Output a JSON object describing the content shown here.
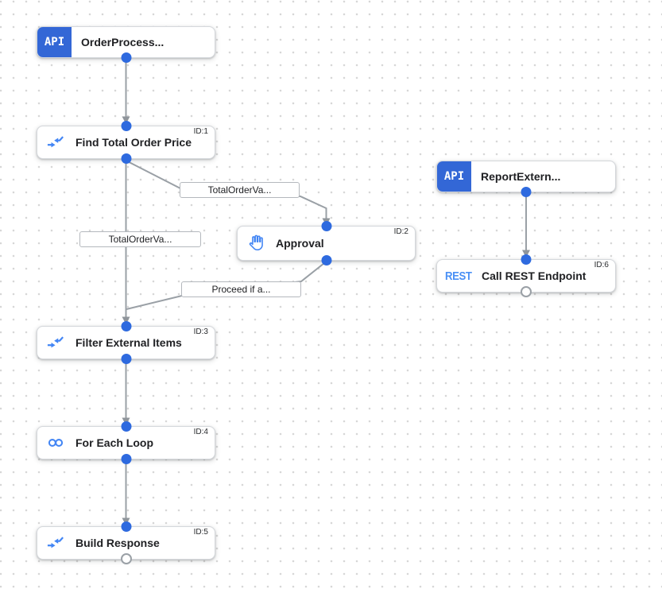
{
  "colors": {
    "badge_blue": "#3367d6",
    "icon_blue": "#4285f4",
    "connector_blue": "#2e6adf",
    "edge_gray": "#9aa0a6",
    "node_border": "#d5d8dc",
    "grid_dot": "#d7d7d7"
  },
  "nodes": [
    {
      "kind": "trigger",
      "badge": "API",
      "title": "OrderProcess..."
    },
    {
      "kind": "task",
      "icon": "data-mapping",
      "title": "Find Total Order Price",
      "id_label": "ID:1"
    },
    {
      "kind": "task",
      "icon": "approval-hand",
      "title": "Approval",
      "id_label": "ID:2"
    },
    {
      "kind": "task",
      "icon": "data-mapping",
      "title": "Filter External Items",
      "id_label": "ID:3"
    },
    {
      "kind": "task",
      "icon": "for-each-loop",
      "title": "For Each Loop",
      "id_label": "ID:4"
    },
    {
      "kind": "task",
      "icon": "data-mapping",
      "title": "Build Response",
      "id_label": "ID:5"
    },
    {
      "kind": "trigger",
      "badge": "API",
      "title": "ReportExtern..."
    },
    {
      "kind": "task",
      "icon_text": "REST",
      "title": "Call REST Endpoint",
      "id_label": "ID:6"
    }
  ],
  "edge_labels": [
    {
      "text": "TotalOrderVa..."
    },
    {
      "text": "TotalOrderVa..."
    },
    {
      "text": "Proceed if a..."
    }
  ]
}
